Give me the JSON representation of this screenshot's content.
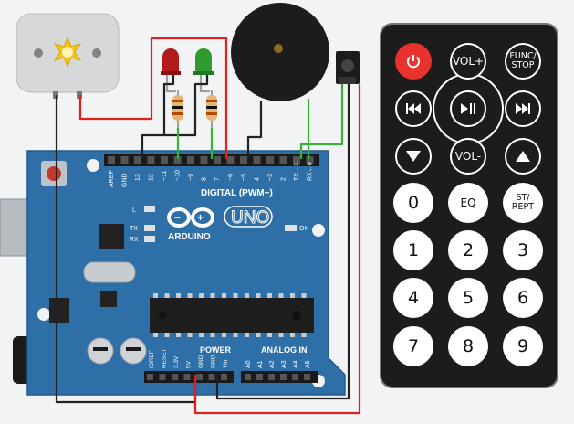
{
  "board": {
    "brand": "ARDUINO",
    "model": "UNO",
    "header_digital": "DIGITAL (PWM~)",
    "header_power": "POWER",
    "header_analog": "ANALOG IN",
    "label_on": "ON",
    "label_l": "L",
    "label_tx": "TX",
    "label_rx": "RX",
    "digital_pins": [
      "AREF",
      "GND",
      "13",
      "12",
      "~11",
      "~10",
      "~9",
      "8",
      "7",
      "~6",
      "~5",
      "4",
      "~3",
      "2",
      "TX→1",
      "RX←0"
    ],
    "power_pins": [
      "IOREF",
      "RESET",
      "3.3V",
      "5V",
      "GND",
      "GND",
      "Vin"
    ],
    "analog_pins": [
      "A0",
      "A1",
      "A2",
      "A3",
      "A4",
      "A5"
    ]
  },
  "components": {
    "motor": "dc-motor",
    "led_red_color": "#c0392b",
    "led_green_color": "#27ae60",
    "buzzer": "piezo-buzzer",
    "ir_receiver": "ir-receiver"
  },
  "remote": {
    "buttons": [
      {
        "name": "power",
        "label": "⏻"
      },
      {
        "name": "vol-up",
        "label": "VOL+"
      },
      {
        "name": "func-stop",
        "label": "FUNC/ STOP"
      },
      {
        "name": "prev",
        "label": "⏮"
      },
      {
        "name": "play-pause",
        "label": "⏯"
      },
      {
        "name": "next",
        "label": "⏭"
      },
      {
        "name": "down",
        "label": "▼"
      },
      {
        "name": "vol-down",
        "label": "VOL-"
      },
      {
        "name": "up",
        "label": "▲"
      },
      {
        "name": "0",
        "label": "0"
      },
      {
        "name": "eq",
        "label": "EQ"
      },
      {
        "name": "st-rept",
        "label": "ST/ REPT"
      },
      {
        "name": "1",
        "label": "1"
      },
      {
        "name": "2",
        "label": "2"
      },
      {
        "name": "3",
        "label": "3"
      },
      {
        "name": "4",
        "label": "4"
      },
      {
        "name": "5",
        "label": "5"
      },
      {
        "name": "6",
        "label": "6"
      },
      {
        "name": "7",
        "label": "7"
      },
      {
        "name": "8",
        "label": "8"
      },
      {
        "name": "9",
        "label": "9"
      }
    ]
  },
  "colors": {
    "board": "#2f6fa7",
    "remote": "#1c1c1c",
    "power_button": "#e8322d",
    "wire_red": "#e02020",
    "wire_black": "#222222",
    "wire_green": "#3ab03a"
  }
}
